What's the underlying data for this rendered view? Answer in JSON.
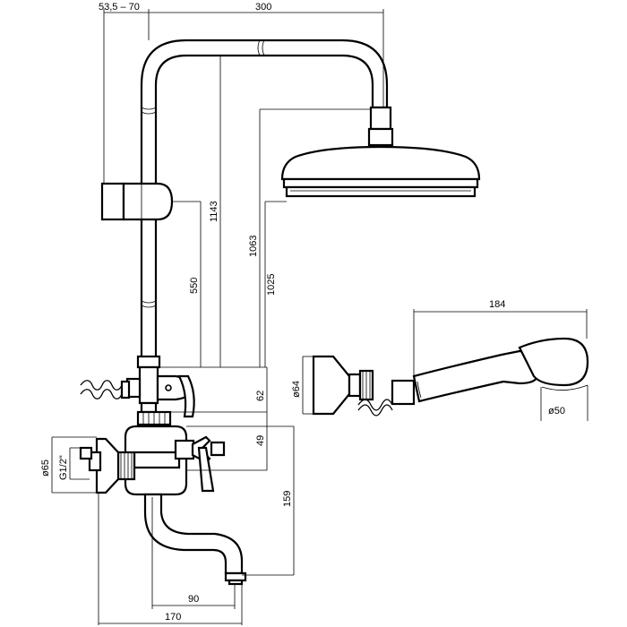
{
  "dimensions": {
    "top_span": "53,5 – 70",
    "top_width": "300",
    "rail_height": "1143",
    "head_height": "1063",
    "head_lower": "1025",
    "holder_height": "550",
    "diverter_offset": "62",
    "mixer_offset": "49",
    "spout_height": "159",
    "spout_reach": "90",
    "total_depth": "170",
    "wall_flange": "ø65",
    "thread": "G1/2\"",
    "hand_length": "184",
    "hand_flange": "ø64",
    "hand_head": "ø50"
  }
}
